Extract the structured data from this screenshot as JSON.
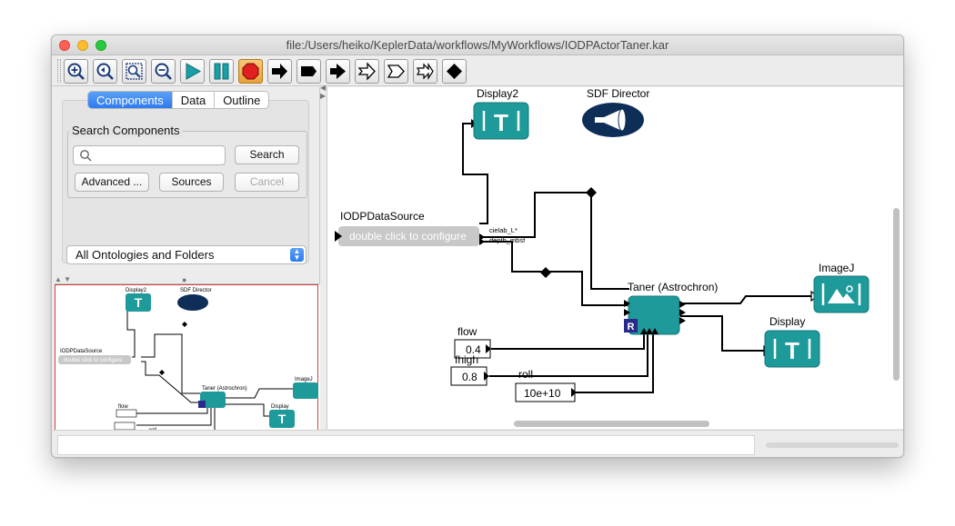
{
  "window": {
    "title": "file:/Users/heiko/KeplerData/workflows/MyWorkflows/IODPActorTaner.kar"
  },
  "toolbar": {
    "buttons": [
      {
        "name": "zoom-in",
        "icon": "zoom-in-icon"
      },
      {
        "name": "zoom-reset",
        "icon": "zoom-reset-icon"
      },
      {
        "name": "zoom-fit",
        "icon": "zoom-fit-icon"
      },
      {
        "name": "zoom-out",
        "icon": "zoom-out-icon"
      },
      {
        "name": "run",
        "icon": "play-icon"
      },
      {
        "name": "pause",
        "icon": "pause-icon"
      },
      {
        "name": "stop",
        "icon": "stop-icon",
        "active": true
      },
      {
        "name": "add-port",
        "icon": "arrow-right-icon"
      },
      {
        "name": "add-input",
        "icon": "arrow-bar-icon"
      },
      {
        "name": "add-output",
        "icon": "arrow-notch-icon"
      },
      {
        "name": "add-inout",
        "icon": "arrow-outline-icon"
      },
      {
        "name": "add-multiport",
        "icon": "arrow-outline-notch-icon"
      },
      {
        "name": "add-relation",
        "icon": "arrow-double-outline-icon"
      },
      {
        "name": "add-vertex",
        "icon": "diamond-icon"
      }
    ],
    "stop_color": "#e02020"
  },
  "sidebar": {
    "tabs": [
      {
        "label": "Components",
        "active": true
      },
      {
        "label": "Data",
        "active": false
      },
      {
        "label": "Outline",
        "active": false
      }
    ],
    "search_title": "Search Components",
    "search_placeholder": "",
    "search_button": "Search",
    "advanced_button": "Advanced ...",
    "sources_button": "Sources",
    "cancel_button": "Cancel",
    "ontology_select": "All Ontologies and Folders"
  },
  "workflow": {
    "colors": {
      "actor": "#1e9a9a",
      "director": "#0e2e58",
      "source": "#c8c8c8",
      "ports_badge": "#2a2a8a"
    },
    "source": {
      "label": "IODPDataSource",
      "configure_text": "double click to configure",
      "port1": "cielab_L*",
      "port2": "depth_mbsf"
    },
    "display2": {
      "label": "Display2",
      "glyph": "T"
    },
    "director": {
      "label": "SDF Director"
    },
    "taner": {
      "label": "Taner (Astrochron)",
      "badge": "R"
    },
    "imagej": {
      "label": "ImageJ"
    },
    "display": {
      "label": "Display",
      "glyph": "T"
    },
    "flow": {
      "label": "flow",
      "value": "0.4"
    },
    "fhigh": {
      "label": "fhigh",
      "value": "0.8"
    },
    "roll": {
      "label": "roll",
      "value": "10e+10"
    }
  }
}
